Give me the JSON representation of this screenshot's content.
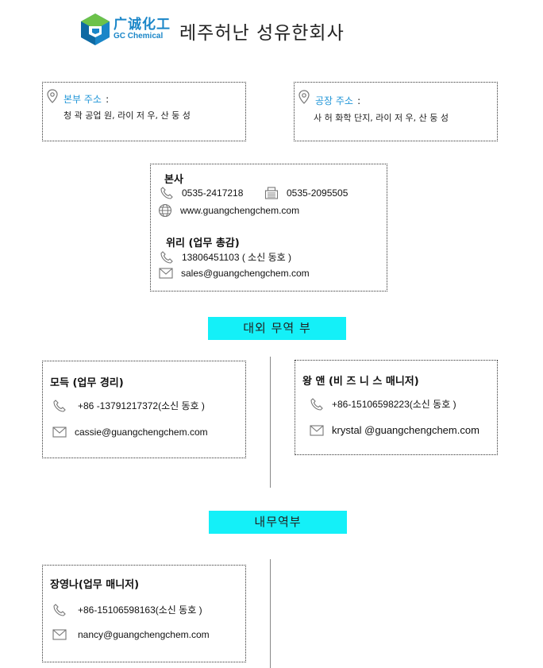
{
  "header": {
    "logo_cn": "广诚化工",
    "logo_en": "GC Chemical",
    "company_name": "레주허난 성유한회사"
  },
  "addresses": {
    "hq": {
      "label": "본부 주소",
      "colon": ":",
      "text": "청 곽 공업 원, 라이 저 우, 산 둥 성"
    },
    "factory": {
      "label": "공장 주소",
      "colon": ":",
      "text": "사 허 화학 단지, 라이 저 우, 산 둥 성"
    }
  },
  "head_office": {
    "title": "본사",
    "phone": "0535-2417218",
    "fax": "0535-2095505",
    "website": "www.guangchengchem.com",
    "manager_title": "위리 (업무 총감)",
    "manager_phone": "13806451103 ( 소신 동호 )",
    "manager_email": "sales@guangchengchem.com"
  },
  "foreign_trade": {
    "banner": "대외 무역 부",
    "left": {
      "title": "모득 (업무 경리)",
      "phone": "+86 -13791217372(소신 동호 )",
      "email": "cassie@guangchengchem.com"
    },
    "right": {
      "title": "왕 앤 (비 즈 니 스 매니저)",
      "phone": "+86-15106598223(소신 동호 )",
      "email": "krystal @guangchengchem.com"
    }
  },
  "domestic_trade": {
    "banner": "내무역부",
    "left": {
      "title": "장영나(업무 매니저)",
      "phone": "+86-15106598163(소신 동호 )",
      "email": "nancy@guangchengchem.com"
    }
  },
  "colors": {
    "accent": "#1a86c8",
    "banner": "#14f0f8",
    "label": "#2196d8"
  }
}
